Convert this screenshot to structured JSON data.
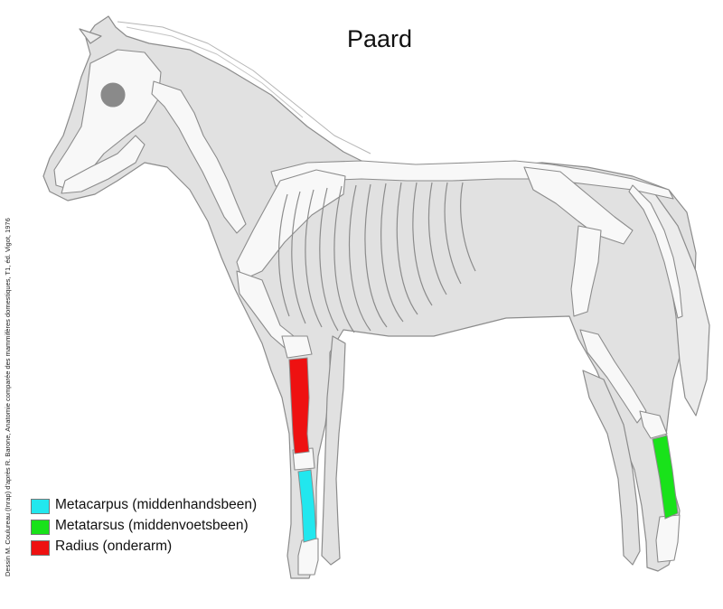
{
  "title": "Paard",
  "credit": "Dessin M. Coulureau (Inrap) d'après R. Barone, Anatomie comparée des mammifères domestiques, T1, éd. Vigot, 1976",
  "colors": {
    "metacarpus": "#22e7ee",
    "metatarsus": "#19e21a",
    "radius": "#ee1111",
    "body": "#e1e1e1",
    "bone": "#f8f8f8",
    "outline": "#8c8c8c"
  },
  "legend": [
    {
      "label": "Metacarpus (middenhandsbeen)",
      "color": "#22e7ee"
    },
    {
      "label": "Metatarsus (middenvoetsbeen)",
      "color": "#19e21a"
    },
    {
      "label": "Radius (onderarm)",
      "color": "#ee1111"
    }
  ]
}
